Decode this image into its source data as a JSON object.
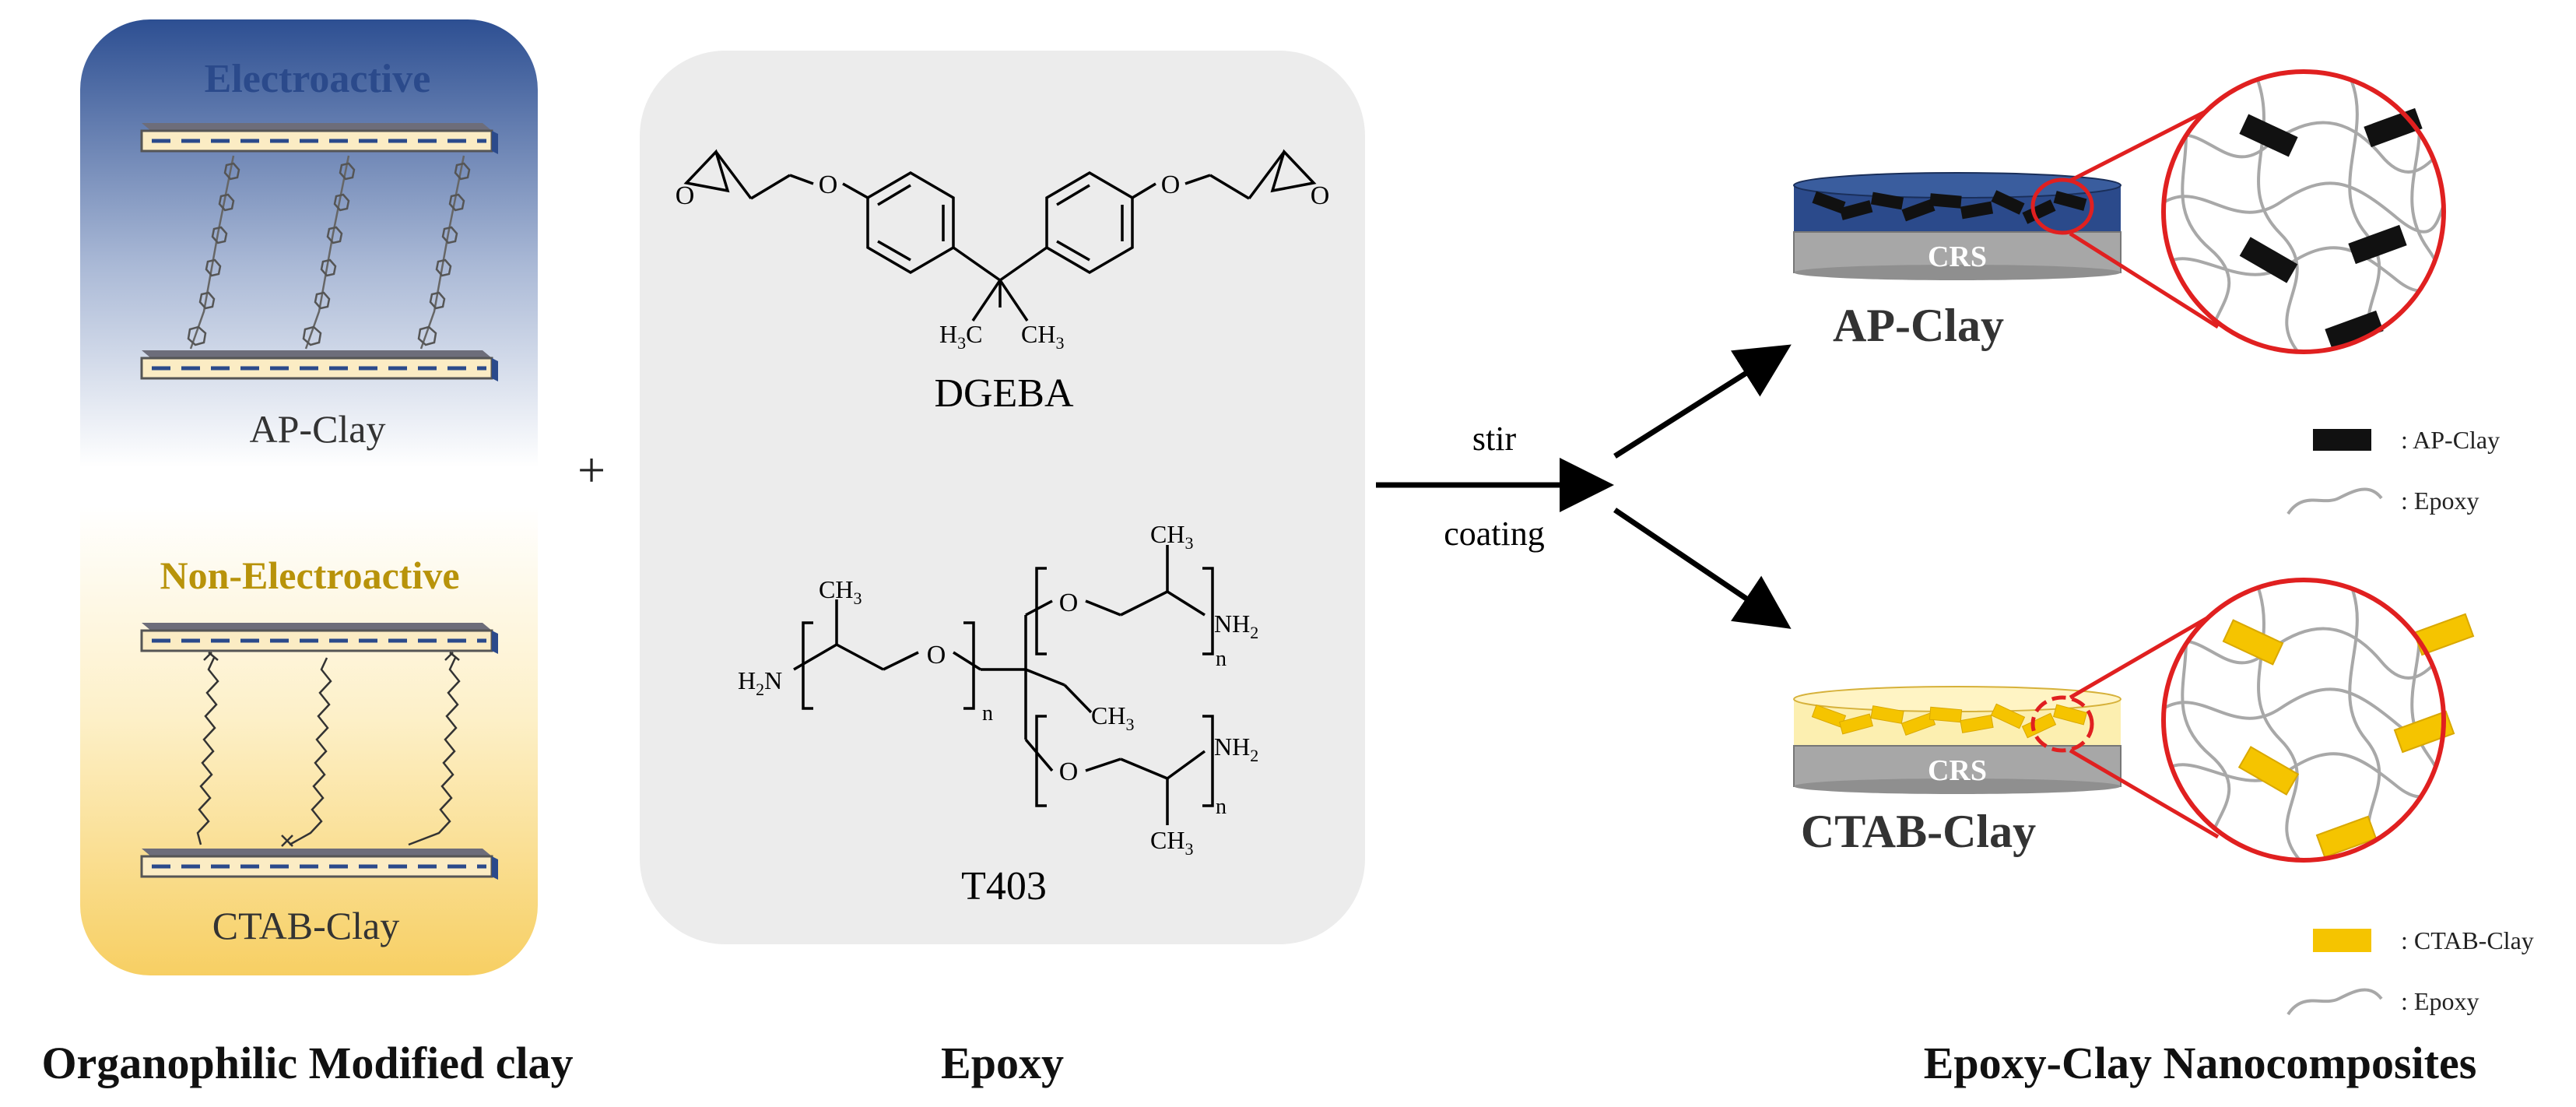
{
  "panel_left": {
    "electroactive_label": "Electroactive",
    "ap_clay_label": "AP-Clay",
    "non_electroactive_label": "Non-Electroactive",
    "ctab_clay_label": "CTAB-Clay",
    "caption": "Organophilic Modified clay"
  },
  "plus": "+",
  "panel_middle": {
    "dgeba_label": "DGEBA",
    "t403_label": "T403",
    "caption": "Epoxy",
    "atoms": {
      "O": "O",
      "H3C": "H",
      "CH3": "CH",
      "sub3": "3",
      "NH2": "NH",
      "H2N_H": "H",
      "H2N_N": "N",
      "sub2": "2",
      "n": "n"
    }
  },
  "process": {
    "stir": "stir",
    "coating": "coating"
  },
  "panel_right": {
    "crs_label": "CRS",
    "ap_clay_title": "AP-Clay",
    "ctab_clay_title": "CTAB-Clay",
    "legend_ap_clay": ": AP-Clay",
    "legend_epoxy_1": ": Epoxy",
    "legend_ctab_clay": ": CTAB-Clay",
    "legend_epoxy_2": ": Epoxy",
    "caption": "Epoxy-Clay Nanocomposites"
  },
  "colors": {
    "electroactive_blue": "#2b4a8b",
    "non_electroactive_gold": "#b8930a",
    "ctab_yellow": "#f5c400",
    "circle_red": "#e02020"
  }
}
